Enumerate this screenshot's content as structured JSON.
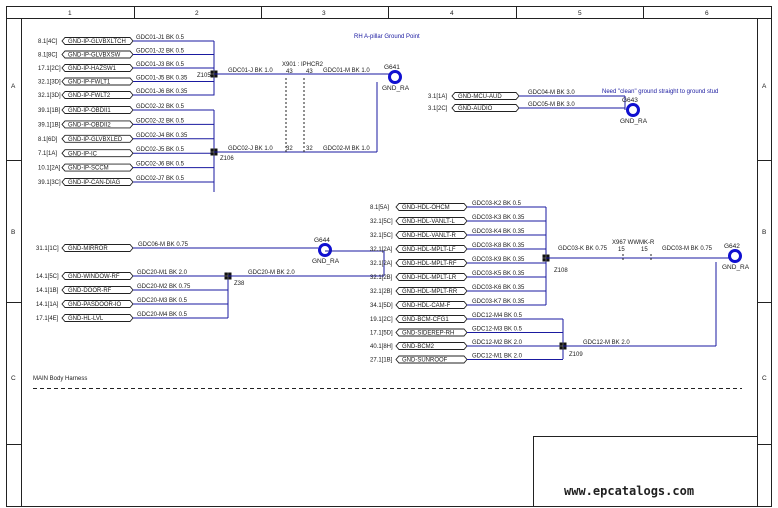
{
  "frame": {
    "columns": [
      "1",
      "2",
      "3",
      "4",
      "5",
      "6"
    ],
    "rows": [
      "A",
      "B",
      "C"
    ]
  },
  "notes": {
    "rh_pillar": "RH A-pillar Ground Point",
    "need_clean": "Need \"clean\" ground straight to ground stud",
    "harness": "MAIN Body Harness"
  },
  "watermark": "www.epcatalogs.com",
  "splices": [
    "Z105",
    "Z106",
    "Z38",
    "Z108",
    "Z109"
  ],
  "inline_connectors": [
    {
      "name": "X901 : IPHCR2",
      "pins": [
        "43",
        "43",
        "32",
        "32"
      ]
    },
    {
      "name": "X967 WWMK-R",
      "pins": [
        "15",
        "15"
      ]
    }
  ],
  "grounds": [
    {
      "id": "G641",
      "label": "GND_RA"
    },
    {
      "id": "G643",
      "label": "GND_RA"
    },
    {
      "id": "G644",
      "label": "GND_RA"
    },
    {
      "id": "G642",
      "label": "GND_RA"
    }
  ],
  "group_z105": {
    "items": [
      {
        "ref": "8.1[4C]",
        "tag": "GND-IP-GLVBXLTCH",
        "wire": "GDC01-J1 BK 0.5"
      },
      {
        "ref": "8.1[8C]",
        "tag": "GND-IP-GLVBXSW",
        "wire": "GDC01-J2 BK 0.5"
      },
      {
        "ref": "17.1[2C]",
        "tag": "GND-IP-HAZSW1",
        "wire": "GDC01-J3 BK 0.5"
      },
      {
        "ref": "32.1[3D]",
        "tag": "GND-IP-FWLT1",
        "wire": "GDC01-J5 BK 0.35"
      },
      {
        "ref": "32.1[3D]",
        "tag": "GND-IP-FWLT2",
        "wire": "GDC01-J6 BK 0.35"
      }
    ],
    "out_wire": "GDC01-J BK 1.0",
    "to_ground_wire": "GDC01-M BK 1.0"
  },
  "group_z106": {
    "items": [
      {
        "ref": "39.1[1B]",
        "tag": "GND-IP-OBDII1",
        "wire": "GDC02-J2 BK 0.5"
      },
      {
        "ref": "39.1[1B]",
        "tag": "GND-IP-OBDII2",
        "wire": "GDC02-J2 BK 0.5"
      },
      {
        "ref": "8.1[6D]",
        "tag": "GND-IP-GLVBXLED",
        "wire": "GDC02-J4 BK 0.35"
      },
      {
        "ref": "7.1[1A]",
        "tag": "GND-IP-IC",
        "wire": "GDC02-J5 BK 0.5"
      },
      {
        "ref": "10.1[2A]",
        "tag": "GND-IP-SCCM",
        "wire": "GDC02-J6 BK 0.5"
      },
      {
        "ref": "39.1[3C]",
        "tag": "GND-IP-CAN-DIAG",
        "wire": "GDC02-J7 BK 0.5"
      }
    ],
    "out_wire": "GDC02-J BK 1.0",
    "to_ground_wire": "GDC02-M BK 1.0"
  },
  "group_audio": {
    "items": [
      {
        "ref": "3.1[1A]",
        "tag": "GND-MCU-AUD",
        "wire": "GDC04-M BK 3.0"
      },
      {
        "ref": "3.1[2C]",
        "tag": "GND-AUDIO",
        "wire": "GDC05-M BK 3.0"
      }
    ]
  },
  "group_mirror": {
    "items": [
      {
        "ref": "31.1[1C]",
        "tag": "GND-MIRROR",
        "wire": "GDC06-M BK 0.75"
      }
    ]
  },
  "group_z38": {
    "items": [
      {
        "ref": "14.1[5C]",
        "tag": "GND-WINDOW-RF",
        "wire": "GDC20-M1 BK 2.0"
      },
      {
        "ref": "14.1[1B]",
        "tag": "GND-DOOR-RF",
        "wire": "GDC20-M2 BK 0.75"
      },
      {
        "ref": "14.1[1A]",
        "tag": "GND-PASDOOR-IO",
        "wire": "GDC20-M3 BK 0.5"
      },
      {
        "ref": "17.1[4E]",
        "tag": "GND-HL-LVL",
        "wire": "GDC20-M4 BK 0.5"
      }
    ],
    "out_wire": "GDC20-M BK 2.0"
  },
  "group_z108": {
    "items": [
      {
        "ref": "8.1[5A]",
        "tag": "GND-HDL-OHCM",
        "wire": "GDC03-K2 BK 0.5"
      },
      {
        "ref": "32.1[5C]",
        "tag": "GND-HDL-VANLT-L",
        "wire": "GDC03-K3 BK 0.35"
      },
      {
        "ref": "32.1[5C]",
        "tag": "GND-HDL-VANLT-R",
        "wire": "GDC03-K4 BK 0.35"
      },
      {
        "ref": "32.1[2A]",
        "tag": "GND-HDL-MPLT-LF",
        "wire": "GDC03-K8 BK 0.35"
      },
      {
        "ref": "32.1[2A]",
        "tag": "GND-HDL-MPLT-RF",
        "wire": "GDC03-K9 BK 0.35"
      },
      {
        "ref": "32.1[2B]",
        "tag": "GND-HDL-MPLT-LR",
        "wire": "GDC03-K5 BK 0.35"
      },
      {
        "ref": "32.1[2B]",
        "tag": "GND-HDL-MPLT-RR",
        "wire": "GDC03-K6 BK 0.35"
      },
      {
        "ref": "34.1[5D]",
        "tag": "GND-HDL-CAM-F",
        "wire": "GDC03-K7 BK 0.35"
      }
    ],
    "out_wire": "GDC03-K BK 0.75",
    "to_ground_wire": "GDC03-M BK 0.75"
  },
  "group_z109": {
    "items": [
      {
        "ref": "19.1[2C]",
        "tag": "GND-BCM-CFG1",
        "wire": "GDC12-M4 BK 0.5"
      },
      {
        "ref": "17.1[5D]",
        "tag": "GND-SIDEREP-RH",
        "wire": "GDC12-M3 BK 0.5"
      },
      {
        "ref": "40.1[8H]",
        "tag": "GND-BCM2",
        "wire": "GDC12-M2 BK 2.0"
      },
      {
        "ref": "27.1[1B]",
        "tag": "GND-SUNROOF",
        "wire": "GDC12-M1 BK 2.0"
      }
    ],
    "out_wire": "GDC12-M BK 2.0"
  }
}
